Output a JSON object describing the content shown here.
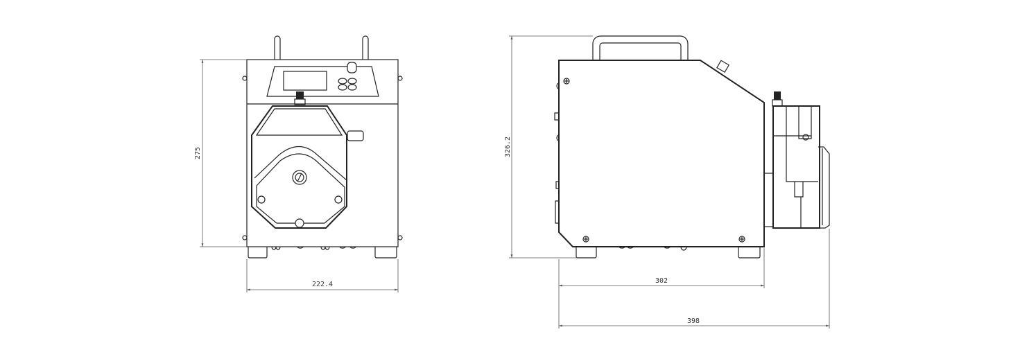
{
  "drawing": {
    "front_view": {
      "height_label": "275",
      "width_label": "222.4"
    },
    "side_view": {
      "height_label": "326.2",
      "body_depth_label": "302",
      "total_depth_label": "398"
    },
    "colors": {
      "line": "#222222",
      "dimension": "#555555",
      "background": "#ffffff"
    }
  }
}
